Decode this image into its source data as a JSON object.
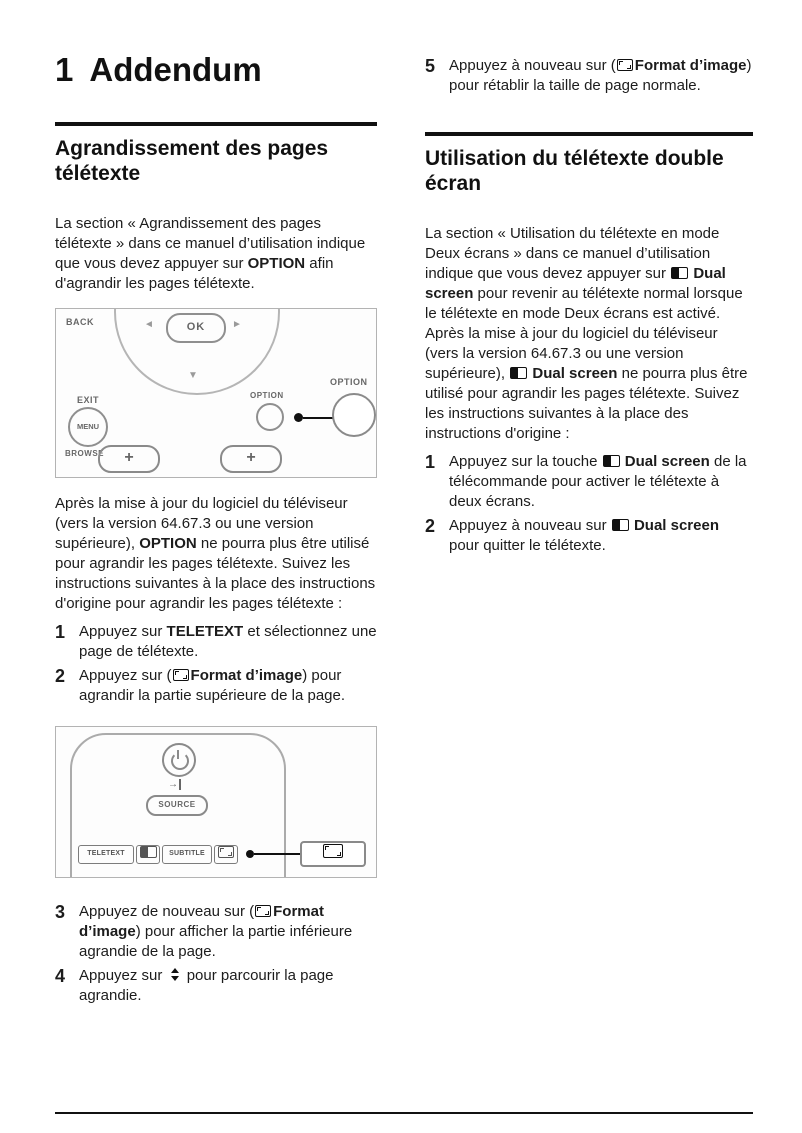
{
  "chapter": {
    "number": "1",
    "title": "Addendum"
  },
  "icons": {
    "arrow_left": "◄",
    "arrow_right": "►",
    "arrow_down": "▼",
    "source_arrow": "→"
  },
  "left": {
    "section_title": "Agrandissement des pages télétexte",
    "intro_runs": [
      {
        "text": "La section « Agrandissement des pages télétexte » dans ce manuel d’utilisation indique que vous devez appuyer sur "
      },
      {
        "text": "OPTION",
        "bold": true
      },
      {
        "text": " afin d'agrandir les pages télétexte."
      }
    ],
    "after_image_runs": [
      {
        "text": "Après la mise à jour du logiciel du téléviseur (vers la version 64.67.3 ou une version supérieure), "
      },
      {
        "text": "OPTION",
        "bold": true
      },
      {
        "text": " ne pourra plus être utilisé pour agrandir les pages télétexte. Suivez les instructions suivantes à la place des instructions d'origine pour agrandir les pages télétexte :"
      }
    ],
    "steps_a": [
      {
        "number": "1",
        "runs": [
          {
            "text": "Appuyez sur "
          },
          {
            "text": "TELETEXT",
            "bold": true
          },
          {
            "text": " et sélectionnez une page de télétexte."
          }
        ]
      },
      {
        "number": "2",
        "runs": [
          {
            "text": "Appuyez sur ("
          },
          {
            "icon": "picture-format"
          },
          {
            "text": "Format d’image",
            "bold": true
          },
          {
            "text": ") pour agrandir la partie supérieure de la page."
          }
        ]
      }
    ],
    "steps_b": [
      {
        "number": "3",
        "runs": [
          {
            "text": "Appuyez de nouveau sur ("
          },
          {
            "icon": "picture-format"
          },
          {
            "text": "Format d’image",
            "bold": true
          },
          {
            "text": ") pour afficher la partie inférieure agrandie de la page."
          }
        ]
      },
      {
        "number": "4",
        "runs": [
          {
            "text": "Appuyez sur "
          },
          {
            "icon": "nav-arrows"
          },
          {
            "text": " pour parcourir la page agrandie."
          }
        ]
      }
    ],
    "remote1": {
      "back": "BACK",
      "ok": "OK",
      "exit": "EXIT",
      "menu": "MENU",
      "browse": "BROWSE",
      "option_small": "OPTION",
      "option_callout": "OPTION",
      "plus": "+"
    },
    "remote2": {
      "source": "SOURCE",
      "teletext": "TELETEXT",
      "subtitle": "SUBTITLE"
    }
  },
  "right": {
    "step5": {
      "number": "5",
      "runs": [
        {
          "text": "Appuyez à nouveau sur ("
        },
        {
          "icon": "picture-format"
        },
        {
          "text": "Format d’image",
          "bold": true
        },
        {
          "text": ") pour rétablir la taille de page normale."
        }
      ]
    },
    "section_title": "Utilisation du télétexte double écran",
    "intro_runs": [
      {
        "text": "La section « Utilisation du télétexte en mode Deux écrans » dans ce manuel d’utilisation indique que vous devez appuyer sur "
      },
      {
        "icon": "dual-screen"
      },
      {
        "text": " Dual screen",
        "bold": true
      },
      {
        "text": " pour revenir au télétexte normal lorsque le télétexte en mode Deux écrans est activé.\nAprès la mise à jour du logiciel du téléviseur (vers la version 64.67.3 ou une version supérieure), "
      },
      {
        "icon": "dual-screen"
      },
      {
        "text": " Dual screen",
        "bold": true
      },
      {
        "text": " ne pourra plus être utilisé pour agrandir les pages télétexte. Suivez les instructions suivantes à la place des instructions d'origine :"
      }
    ],
    "steps": [
      {
        "number": "1",
        "runs": [
          {
            "text": "Appuyez sur la touche "
          },
          {
            "icon": "dual-screen"
          },
          {
            "text": " Dual screen",
            "bold": true
          },
          {
            "text": " de la télécommande pour activer le télétexte à deux écrans."
          }
        ]
      },
      {
        "number": "2",
        "runs": [
          {
            "text": "Appuyez à nouveau sur "
          },
          {
            "icon": "dual-screen"
          },
          {
            "text": " Dual screen",
            "bold": true
          },
          {
            "text": " pour quitter le télétexte."
          }
        ]
      }
    ]
  }
}
